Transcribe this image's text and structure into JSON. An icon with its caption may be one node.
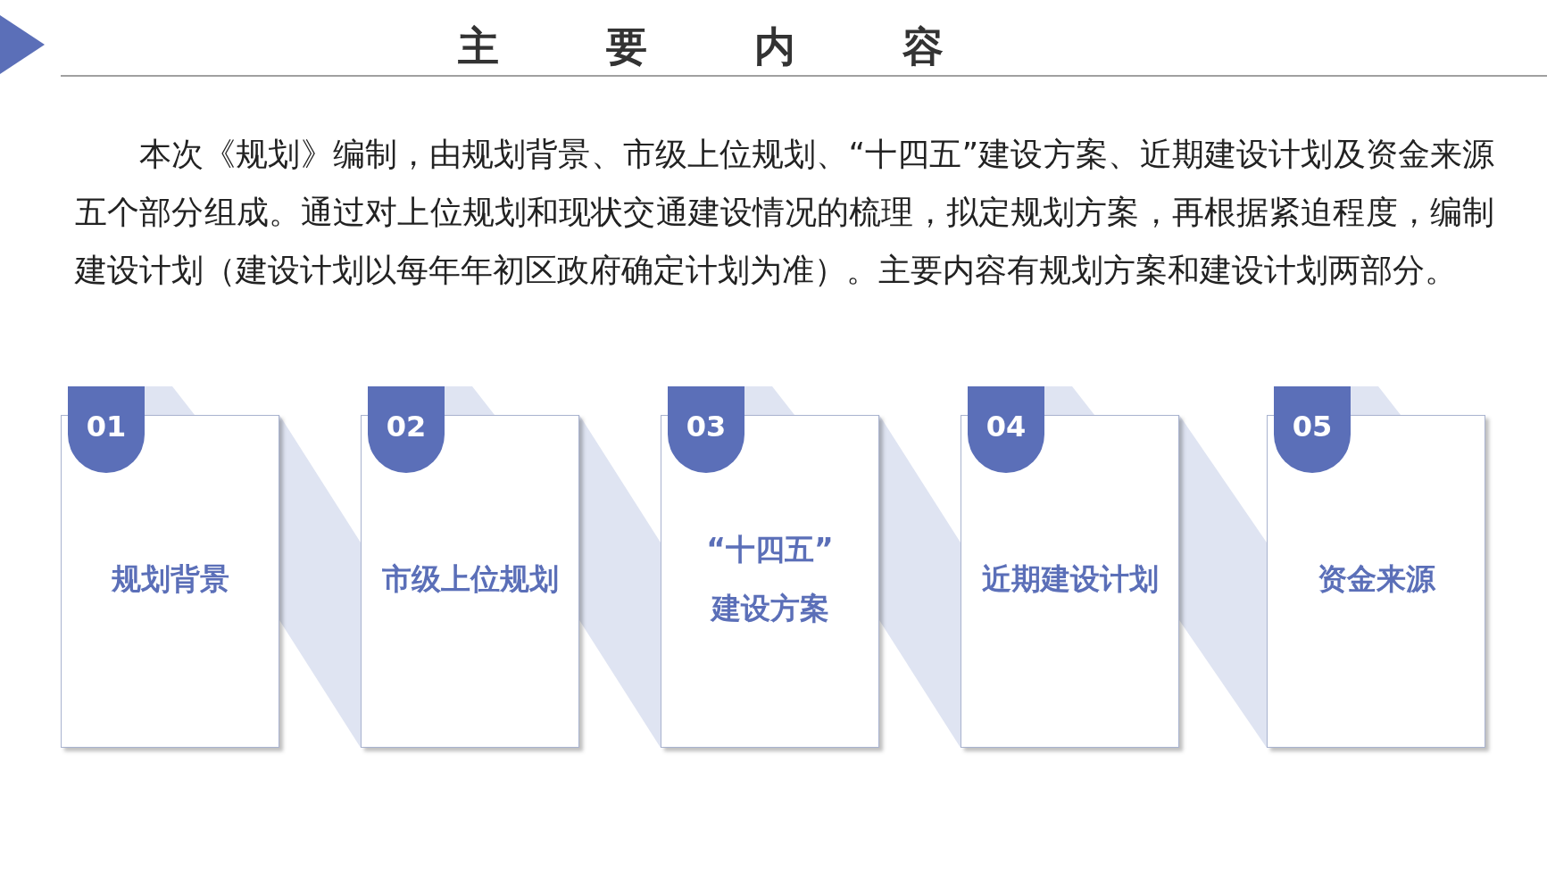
{
  "diagram": {
    "title": "主要内容",
    "nodes": [
      {
        "text": [
          "规划背景"
        ]
      },
      {
        "text": [
          "01"
        ]
      },
      {
        "text": [
          "市级上位规划"
        ]
      },
      {
        "text": [
          "02"
        ]
      },
      {
        "text": [
          "“十四五” 建设方案"
        ]
      },
      {
        "text": [
          "03"
        ]
      },
      {
        "text": [
          "近期建设计划"
        ]
      },
      {
        "text": [
          "04"
        ]
      },
      {
        "text": [
          "资金来源"
        ]
      },
      {
        "text": [
          "05"
        ]
      }
    ],
    "labels": [
      "本次《规划》编制，由规划背景、市级上位规划、“十四五”建设方案、近期建设计划及资金来源五个部分组成。通过对上位规划和现状交通建设情况的梳理，拟定规划方案，再根据紧迫程度，编制建设计划（建设计划以每年年初区政府确定计划为准）。主要内容有规划方案和建设计划两部分。"
    ]
  }
}
